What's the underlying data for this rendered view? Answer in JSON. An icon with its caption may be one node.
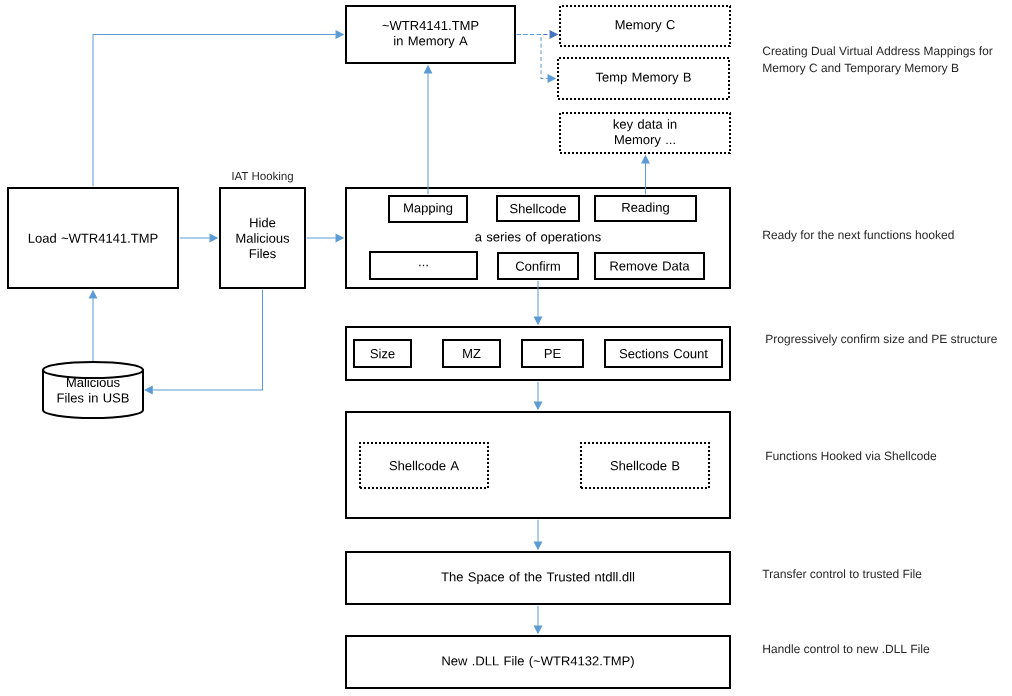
{
  "diagram": {
    "nodes": [
      {
        "text": [
          "~WTR4141.TMP in Memory A"
        ]
      },
      {
        "text": [
          "Memory C"
        ]
      },
      {
        "text": [
          "Temp Memory B"
        ]
      },
      {
        "text": [
          "key data in Memory ..."
        ]
      },
      {
        "text": [
          "Load ~WTR4141.TMP"
        ]
      },
      {
        "text": [
          "IAT Hooking",
          "Hide Malicious Files"
        ]
      },
      {
        "text": [
          "a series of operations"
        ]
      },
      {
        "text": [
          "Mapping"
        ],
        "in": 6
      },
      {
        "text": [
          "Shellcode"
        ],
        "in": 6
      },
      {
        "text": [
          "Reading"
        ],
        "in": 6
      },
      {
        "text": [
          "..."
        ],
        "in": 6
      },
      {
        "text": [
          "Confirm"
        ],
        "in": 6
      },
      {
        "text": [
          "Remove Data"
        ],
        "in": 6
      },
      {
        "text": [],
        "shape": "box"
      },
      {
        "text": [
          "Size"
        ],
        "in": 13
      },
      {
        "text": [
          "MZ"
        ],
        "in": 13
      },
      {
        "text": [
          "PE"
        ],
        "in": 13
      },
      {
        "text": [
          "Sections Count"
        ],
        "in": 13
      },
      {
        "text": [
          "Malicious Files in USB"
        ]
      },
      {
        "text": [],
        "shape": "box"
      },
      {
        "text": [
          "Shellcode A"
        ],
        "in": 19
      },
      {
        "text": [
          "Shellcode B"
        ],
        "in": 19
      },
      {
        "text": [
          "The Space of the Trusted ntdll.dll"
        ]
      },
      {
        "text": [
          "New .DLL File (~WTR4132.TMP)"
        ]
      }
    ],
    "edges": [
      {
        "from": 4,
        "to": 0,
        "arrow": "to"
      },
      {
        "from": 4,
        "to": 5,
        "arrow": "to"
      },
      {
        "from": 5,
        "to": 6,
        "arrow": "to"
      },
      {
        "from": 7,
        "to": 0,
        "arrow": "to"
      },
      {
        "from": 9,
        "to": 3,
        "arrow": "to"
      },
      {
        "from": 0,
        "to": 1,
        "arrow": "to",
        "style": "dashed",
        "color": "#4472c4"
      },
      {
        "from": 0,
        "to": 2,
        "arrow": "to",
        "style": "dashed"
      },
      {
        "from": 11,
        "to": 13,
        "arrow": "to"
      },
      {
        "from": 13,
        "to": 19,
        "arrow": "to"
      },
      {
        "from": 19,
        "to": 22,
        "arrow": "to"
      },
      {
        "from": 22,
        "to": 23,
        "arrow": "to"
      },
      {
        "from": 5,
        "to": 18,
        "arrow": "to"
      },
      {
        "from": 18,
        "to": 4,
        "arrow": "to"
      }
    ],
    "labels": [
      "Creating Dual Virtual Address Mappings for Memory C and Temporary Memory B",
      "Ready for the next functions hooked",
      "Progressively confirm size and PE structure",
      "Functions Hooked via Shellcode",
      "Transfer control to trusted File",
      "Handle control to new .DLL File"
    ]
  }
}
